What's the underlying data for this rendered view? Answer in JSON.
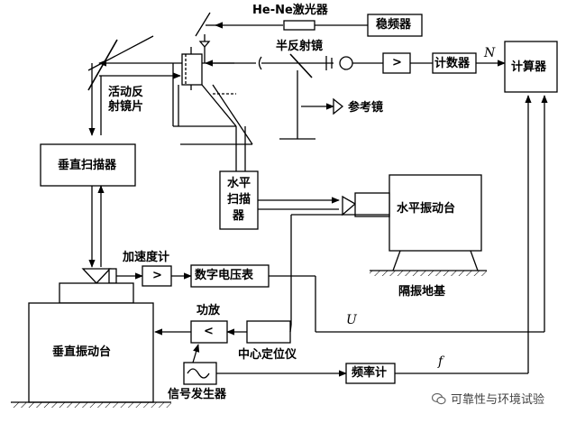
{
  "labels": {
    "laser": "He-Ne激光器",
    "stabilizer": "稳频器",
    "half_mirror": "半反射镜",
    "counter": "计数器",
    "n_symbol": "N",
    "computer": "计算器",
    "movable_mirror_line1": "活动反",
    "movable_mirror_line2": "射镜片",
    "reference_mirror": "参考镜",
    "vertical_scanner": "垂直扫描器",
    "horizontal_scanner_line1": "水平",
    "horizontal_scanner_line2": "扫描",
    "horizontal_scanner_line3": "器",
    "horizontal_shaker": "水平振动台",
    "accelerometer": "加速度计",
    "amplifier_symbol_1": ">",
    "amplifier_symbol_2": ">",
    "amplifier_symbol_3": "<",
    "digital_voltmeter": "数字电压表",
    "isolation_foundation": "隔振地基",
    "power_amp": "功放",
    "u_symbol": "U",
    "vertical_shaker": "垂直振动台",
    "centering_instrument": "中心定位仪",
    "frequency_meter": "频率计",
    "f_symbol": "f",
    "signal_generator": "信号发生器"
  },
  "watermark": {
    "text": "可靠性与环境试验",
    "icon": "wechat-icon"
  }
}
